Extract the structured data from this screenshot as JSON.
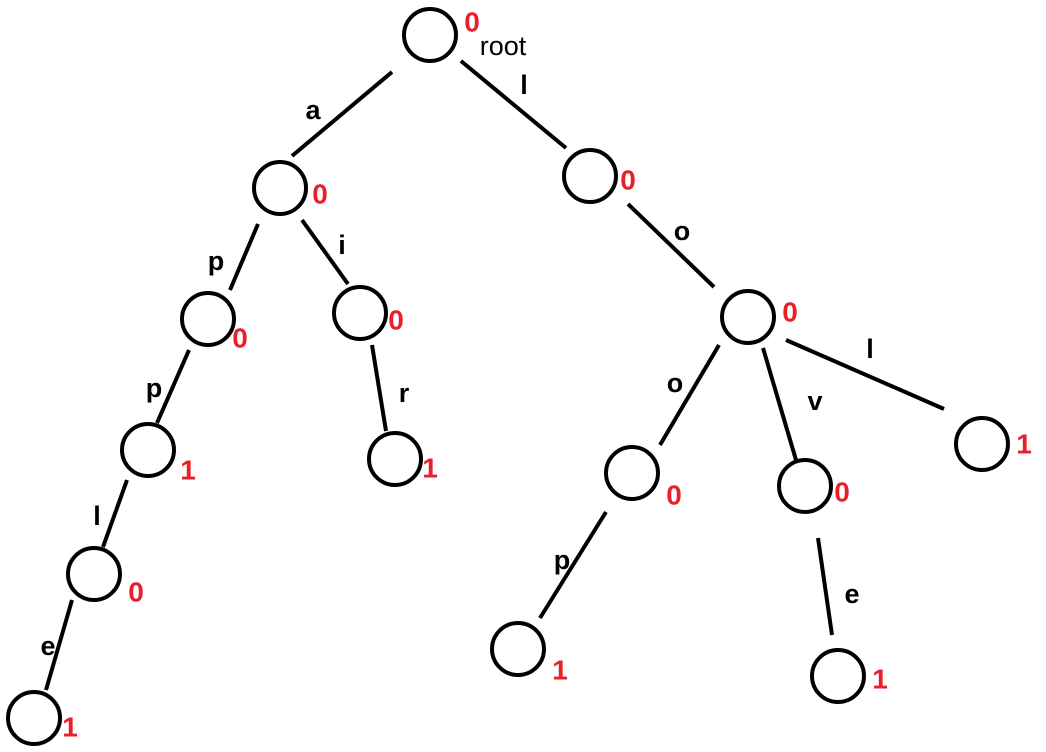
{
  "root_label": "root",
  "colors": {
    "flag": "#e8202a",
    "stroke": "#000000",
    "text": "#000000"
  },
  "nodes": [
    {
      "id": "root",
      "flag": "0"
    },
    {
      "id": "a",
      "flag": "0"
    },
    {
      "id": "l",
      "flag": "0"
    },
    {
      "id": "ap",
      "flag": "0"
    },
    {
      "id": "ai",
      "flag": "0"
    },
    {
      "id": "lo",
      "flag": "0"
    },
    {
      "id": "app",
      "flag": "1"
    },
    {
      "id": "air",
      "flag": "1"
    },
    {
      "id": "loo",
      "flag": "0"
    },
    {
      "id": "lov",
      "flag": "0"
    },
    {
      "id": "lol",
      "flag": "1"
    },
    {
      "id": "appl",
      "flag": "0"
    },
    {
      "id": "loop",
      "flag": "1"
    },
    {
      "id": "love",
      "flag": "1"
    },
    {
      "id": "apple",
      "flag": "1"
    }
  ],
  "edges": [
    {
      "from": "root",
      "to": "a",
      "label": "a"
    },
    {
      "from": "root",
      "to": "l",
      "label": "l"
    },
    {
      "from": "a",
      "to": "ap",
      "label": "p"
    },
    {
      "from": "a",
      "to": "ai",
      "label": "i"
    },
    {
      "from": "l",
      "to": "lo",
      "label": "o"
    },
    {
      "from": "ap",
      "to": "app",
      "label": "p"
    },
    {
      "from": "ai",
      "to": "air",
      "label": "r"
    },
    {
      "from": "lo",
      "to": "loo",
      "label": "o"
    },
    {
      "from": "lo",
      "to": "lov",
      "label": "v"
    },
    {
      "from": "lo",
      "to": "lol",
      "label": "l"
    },
    {
      "from": "app",
      "to": "appl",
      "label": "l"
    },
    {
      "from": "loo",
      "to": "loop",
      "label": "p"
    },
    {
      "from": "lov",
      "to": "love",
      "label": "e"
    },
    {
      "from": "appl",
      "to": "apple",
      "label": "e"
    }
  ]
}
